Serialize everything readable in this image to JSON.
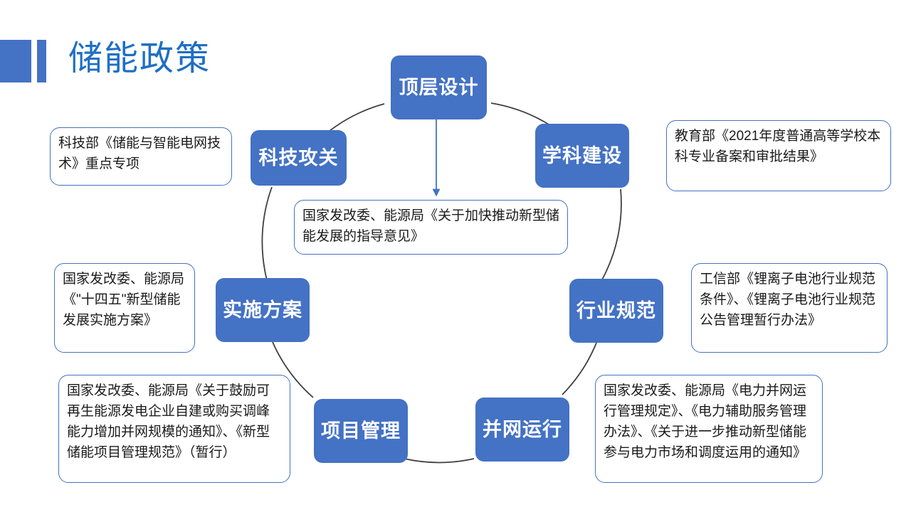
{
  "page": {
    "title": "储能政策",
    "accent_color": "#4472C4",
    "title_color": "#1F6FC4",
    "background": "#ffffff"
  },
  "diagram": {
    "type": "cycle-diagram",
    "ring_color": "#3f3f3f",
    "arrow_color": "#4472C4",
    "nodes": [
      {
        "id": "top-level-design",
        "label": "顶层设计"
      },
      {
        "id": "discipline-construction",
        "label": "学科建设"
      },
      {
        "id": "industry-standards",
        "label": "行业规范"
      },
      {
        "id": "grid-connected-operation",
        "label": "并网运行"
      },
      {
        "id": "project-management",
        "label": "项目管理"
      },
      {
        "id": "implementation-plan",
        "label": "实施方案"
      },
      {
        "id": "technology-research",
        "label": "科技攻关"
      }
    ],
    "notes": [
      {
        "id": "note-center",
        "for": "top-level-design",
        "text": "国家发改委、能源局《关于加快推动新型储能发展的指导意见》"
      },
      {
        "id": "note-technology-research",
        "for": "technology-research",
        "text": "科技部《储能与智能电网技术》重点专项"
      },
      {
        "id": "note-discipline-construction",
        "for": "discipline-construction",
        "text": "教育部《2021年度普通高等学校本科专业备案和审批结果》"
      },
      {
        "id": "note-implementation-plan",
        "for": "implementation-plan",
        "text": "国家发改委、能源局《\"十四五\"新型储能发展实施方案》"
      },
      {
        "id": "note-industry-standards",
        "for": "industry-standards",
        "text": "工信部《锂离子电池行业规范条件》、《锂离子电池行业规范公告管理暂行办法》"
      },
      {
        "id": "note-project-management",
        "for": "project-management",
        "text": "国家发改委、能源局《关于鼓励可再生能源发电企业自建或购买调峰能力增加并网规模的通知》、《新型储能项目管理规范》（暂行）"
      },
      {
        "id": "note-grid-connected-operation",
        "for": "grid-connected-operation",
        "text": "国家发改委、能源局《电力并网运行管理规定》、《电力辅助服务管理办法》、《关于进一步推动新型储能参与电力市场和调度运用的通知》"
      }
    ]
  }
}
